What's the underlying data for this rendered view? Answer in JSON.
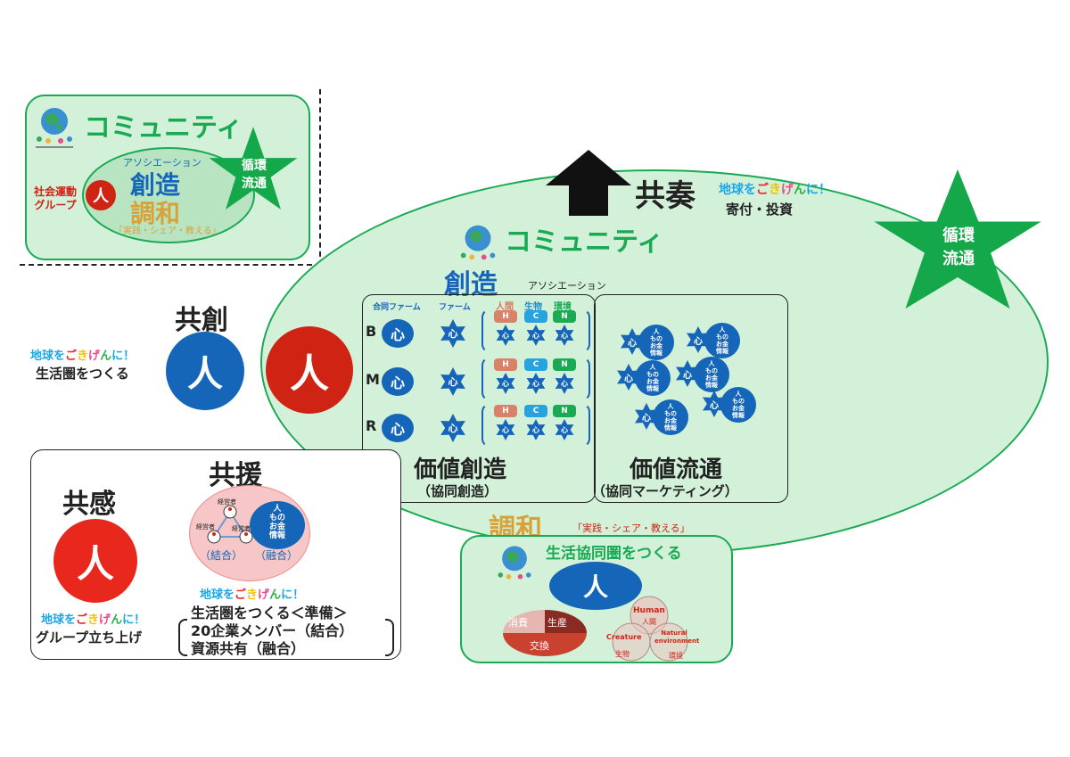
{
  "colors": {
    "panel_green": "#d3f0d8",
    "panel_border": "#1aaa54",
    "star_green": "#14a84a",
    "blue": "#1565b8",
    "red": "#cf2414",
    "gold": "#d7a23a",
    "dark_text": "#222222",
    "accent_green": "#2bb14a"
  },
  "slogan_parts": [
    "地球を",
    "ご",
    "き",
    "げ",
    "ん",
    "に！"
  ],
  "top_left": {
    "title": "コミュニティ",
    "association": "アソシエーション",
    "sozo": "創造",
    "chowa": "調和",
    "practice": "「実践・シェア・教える」",
    "social_group": [
      "社会運動",
      "グループ"
    ],
    "person": "人",
    "star": [
      "循環",
      "流通"
    ]
  },
  "main": {
    "kyoso_top": "共奏",
    "donation": "寄付・投資",
    "community": "コミュニティ",
    "sozo": "創造",
    "association": "アソシエーション",
    "star": [
      "循環",
      "流通"
    ]
  },
  "kyoso_left": {
    "title": "共創",
    "slogan_line2": "生活圏をつくる",
    "person_blue": "人",
    "person_red": "人"
  },
  "value_creation": {
    "col_firm_group": "合同ファーム",
    "col_firm": "ファーム",
    "col_human": "人間",
    "col_bio": "生物",
    "col_env": "環境",
    "rows": [
      "B",
      "M",
      "R"
    ],
    "heart": "心",
    "tag_h": "H",
    "tag_c": "C",
    "tag_n": "N",
    "title": "価値創造",
    "subtitle": "（協同創造）"
  },
  "value_distribution": {
    "title": "価値流通",
    "subtitle": "（協同マーケティング）",
    "heart": "心",
    "bubble": [
      "人",
      "もの",
      "お金",
      "情報"
    ]
  },
  "chowa_bottom": {
    "title": "調和",
    "practice": "「実践・シェア・教える」",
    "headline": "生活協同圏をつくる",
    "person": "人",
    "pie": [
      "消費",
      "生産",
      "交換"
    ],
    "venn_human": "Human",
    "venn_human_jp": "人間",
    "venn_creature": "Creature",
    "venn_creature_jp": "生物",
    "venn_nature": "Natural environment",
    "venn_nature_jp": "環境"
  },
  "bottom_left": {
    "kyokan": "共感",
    "person": "人",
    "slogan_line2": "グループ立ち上げ",
    "kyoen": "共援",
    "manager": "経営者",
    "ketsugo": "（結合）",
    "yugo": "（融合）",
    "bubble": [
      "人",
      "もの",
      "お金",
      "情報"
    ],
    "lines": [
      "生活圏をつくる＜準備＞",
      "20企業メンバー（結合）",
      "資源共有（融合）"
    ]
  }
}
